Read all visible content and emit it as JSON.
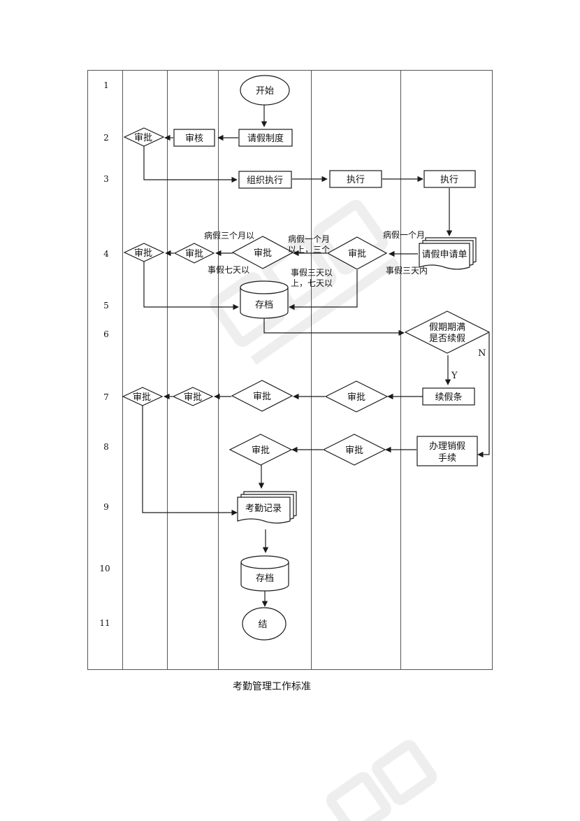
{
  "rows": [
    "1",
    "2",
    "3",
    "4",
    "5",
    "6",
    "7",
    "8",
    "9",
    "10",
    "11"
  ],
  "nodes": {
    "start": "开始",
    "leave_policy": "请假制度",
    "review": "审核",
    "approve_r2": "审批",
    "org_exec": "组织执行",
    "exec_1": "执行",
    "exec_2": "执行",
    "leave_form": "请假申请单",
    "approve_r4_a": "审批",
    "approve_r4_b": "审批",
    "approve_r4_c": "审批",
    "approve_r4_d": "审批",
    "archive_1": "存档",
    "expired_line1": "假期期满",
    "expired_line2": "是否续假",
    "renew_leave": "续假条",
    "approve_r7_a": "审批",
    "approve_r7_b": "审批",
    "approve_r7_c": "审批",
    "approve_r7_d": "审批",
    "close_leave_line1": "办理销假",
    "close_leave_line2": "手续",
    "approve_r8_a": "审批",
    "approve_r8_b": "审批",
    "attendance_record": "考勤记录",
    "archive_2": "存档",
    "end": "结"
  },
  "notes": {
    "sick_1m": "病假一个月",
    "personal_3d": "事假三天内",
    "sick_1m_3m_line1": "病假一个月",
    "sick_1m_3m_line2": "以上，三个",
    "personal_3d_7d_line1": "事假三天以",
    "personal_3d_7d_line2": "上，七天以",
    "sick_3m": "病假三个月以",
    "personal_7d": "事假七天以"
  },
  "labels": {
    "yes": "Y",
    "no": "N"
  },
  "caption": "考勤管理工作标准",
  "colors": {
    "line": "#1a1a1a",
    "fill": "#ffffff",
    "watermark": "#e6e6e6"
  }
}
